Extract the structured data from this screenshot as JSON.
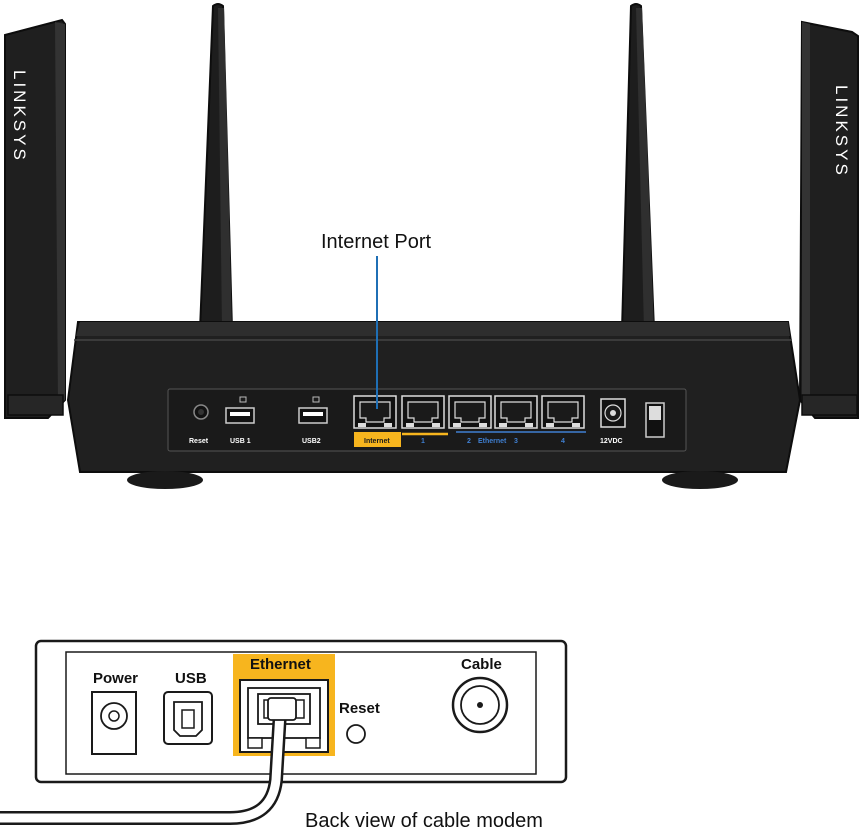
{
  "router": {
    "brand": "LINKSYS",
    "callout": "Internet Port",
    "port_labels": {
      "reset": "Reset",
      "usb1": "USB 1",
      "usb2": "USB2",
      "internet": "Internet",
      "eth1": "1",
      "eth2": "2",
      "ethernet": "Ethernet",
      "eth3": "3",
      "eth4": "4",
      "power": "12VDC"
    }
  },
  "modem": {
    "labels": {
      "power": "Power",
      "usb": "USB",
      "ethernet": "Ethernet",
      "reset": "Reset",
      "cable": "Cable"
    },
    "caption": "Back view of cable modem"
  },
  "colors": {
    "highlight": "#f7b51e",
    "callout_line": "#1f6fb5",
    "ethernet_text": "#3f7fd1",
    "body": "#1a1a1a"
  }
}
